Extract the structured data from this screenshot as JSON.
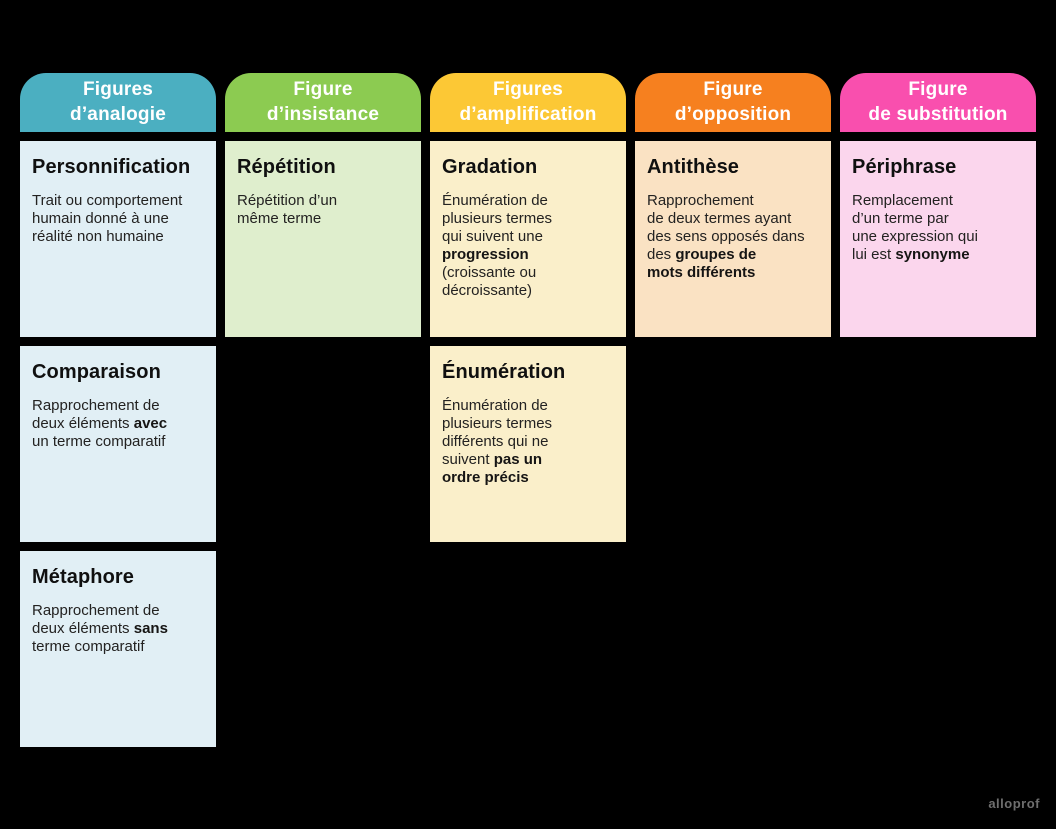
{
  "theme": {
    "page_background": "#000000",
    "header_text_color": "#FFFFFF",
    "body_text_color": "#232221",
    "watermark_color": "#6E6E6E"
  },
  "watermark": "alloprof",
  "columns": [
    {
      "name": "Figures d’analogie",
      "header": "Figures\nd’analogie",
      "header_color": "#4BAFC1",
      "card_color": "#E1EFF5",
      "cards": [
        {
          "title": "Personnification",
          "body": [
            {
              "text": "Trait ou comportement\nhumain donné à une\nréalité non humaine",
              "bold": false
            }
          ]
        },
        {
          "title": "Comparaison",
          "body": [
            {
              "text": "Rapprochement de\ndeux éléments ",
              "bold": false
            },
            {
              "text": "avec",
              "bold": true
            },
            {
              "text": "\nun terme comparatif",
              "bold": false
            }
          ]
        },
        {
          "title": "Métaphore",
          "body": [
            {
              "text": "Rapprochement de\ndeux éléments ",
              "bold": false
            },
            {
              "text": "sans",
              "bold": true
            },
            {
              "text": "\nterme comparatif",
              "bold": false
            }
          ]
        }
      ]
    },
    {
      "name": "Figure d’insistance",
      "header": "Figure\nd’insistance",
      "header_color": "#8CCB51",
      "card_color": "#DFEECD",
      "cards": [
        {
          "title": "Répétition",
          "body": [
            {
              "text": "Répétition d’un\nmême terme",
              "bold": false
            }
          ]
        }
      ]
    },
    {
      "name": "Figures d’amplification",
      "header": "Figures\nd’amplification",
      "header_color": "#FCC835",
      "card_color": "#FAEFCA",
      "cards": [
        {
          "title": "Gradation",
          "body": [
            {
              "text": "Énumération de\nplusieurs termes\nqui suivent une\n",
              "bold": false
            },
            {
              "text": "progression",
              "bold": true
            },
            {
              "text": "\n(croissante ou\ndécroissante)",
              "bold": false
            }
          ]
        },
        {
          "title": "Énumération",
          "body": [
            {
              "text": "Énumération de\nplusieurs termes\ndifférents qui ne\nsuivent ",
              "bold": false
            },
            {
              "text": "pas un\nordre précis",
              "bold": true
            }
          ]
        }
      ]
    },
    {
      "name": "Figure d’opposition",
      "header": "Figure\nd’opposition",
      "header_color": "#F6801F",
      "card_color": "#FAE2C3",
      "cards": [
        {
          "title": "Antithèse",
          "body": [
            {
              "text": "Rapprochement\nde deux termes ayant\ndes sens opposés dans\ndes ",
              "bold": false
            },
            {
              "text": "groupes de\nmots différents",
              "bold": true
            }
          ]
        }
      ]
    },
    {
      "name": "Figure de substitution",
      "header": "Figure\nde substitution",
      "header_color": "#F94FAE",
      "card_color": "#FBD6ED",
      "cards": [
        {
          "title": "Périphrase",
          "body": [
            {
              "text": "Remplacement\nd’un terme par\nune expression qui\nlui est ",
              "bold": false
            },
            {
              "text": "synonyme",
              "bold": true
            }
          ]
        }
      ]
    }
  ]
}
